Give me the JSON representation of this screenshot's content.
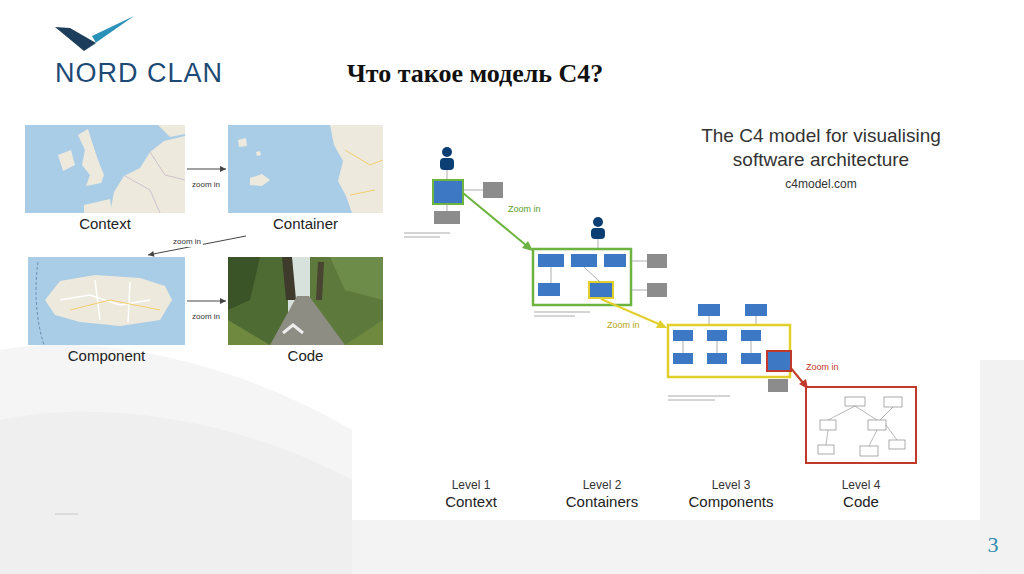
{
  "diagram": {
    "title": "Что такое модель C4?",
    "nodes": [
      {
        "text": [
          "Context"
        ]
      },
      {
        "text": [
          "Container"
        ]
      },
      {
        "text": [
          "Component"
        ]
      },
      {
        "text": [
          "Code"
        ]
      }
    ],
    "edges": [
      {
        "from": 0,
        "to": 1,
        "label": "zoom in",
        "arrow": "to"
      },
      {
        "from": 1,
        "to": 2,
        "label": "zoom in",
        "arrow": "to"
      },
      {
        "from": 2,
        "to": 3,
        "label": "zoom in",
        "arrow": "to"
      }
    ],
    "labels": [
      "NORD CLAN",
      "The C4 model for visualising software architecture",
      "c4model.com",
      "Zoom in",
      "Zoom in",
      "Zoom in",
      "Level 1",
      "Context",
      "Level 2",
      "Containers",
      "Level 3",
      "Components",
      "Level 4",
      "Code",
      "3"
    ]
  }
}
